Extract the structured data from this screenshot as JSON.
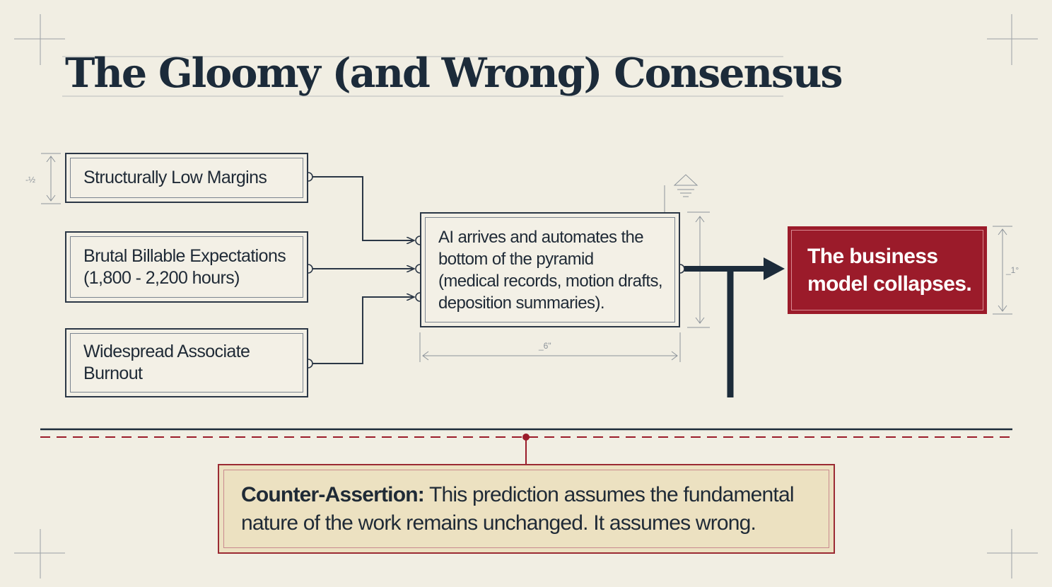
{
  "title": "The Gloomy (and Wrong) Consensus",
  "inputs": [
    {
      "label": "Structurally Low Margins"
    },
    {
      "label": "Brutal Billable Expectations\n(1,800 - 2,200 hours)"
    },
    {
      "label": "Widespread Associate\nBurnout"
    }
  ],
  "process": {
    "label": "AI arrives and automates the\nbottom of the pyramid\n(medical records, motion drafts,\ndeposition summaries)."
  },
  "outcome": {
    "label": "The business\nmodel collapses."
  },
  "counter": {
    "lead": "Counter-Assertion:",
    "text": " This prediction assumes the fundamental\nnature of the work remains unchanged. It assumes wrong."
  },
  "dimensions": {
    "left_mark": "-½",
    "center_mark": "_6\"",
    "right_mark": "_1°"
  },
  "colors": {
    "navy": "#1c2b3a",
    "accent_red": "#9b1b2a",
    "background": "#f1eee3",
    "counter_fill": "#ece1c1"
  }
}
